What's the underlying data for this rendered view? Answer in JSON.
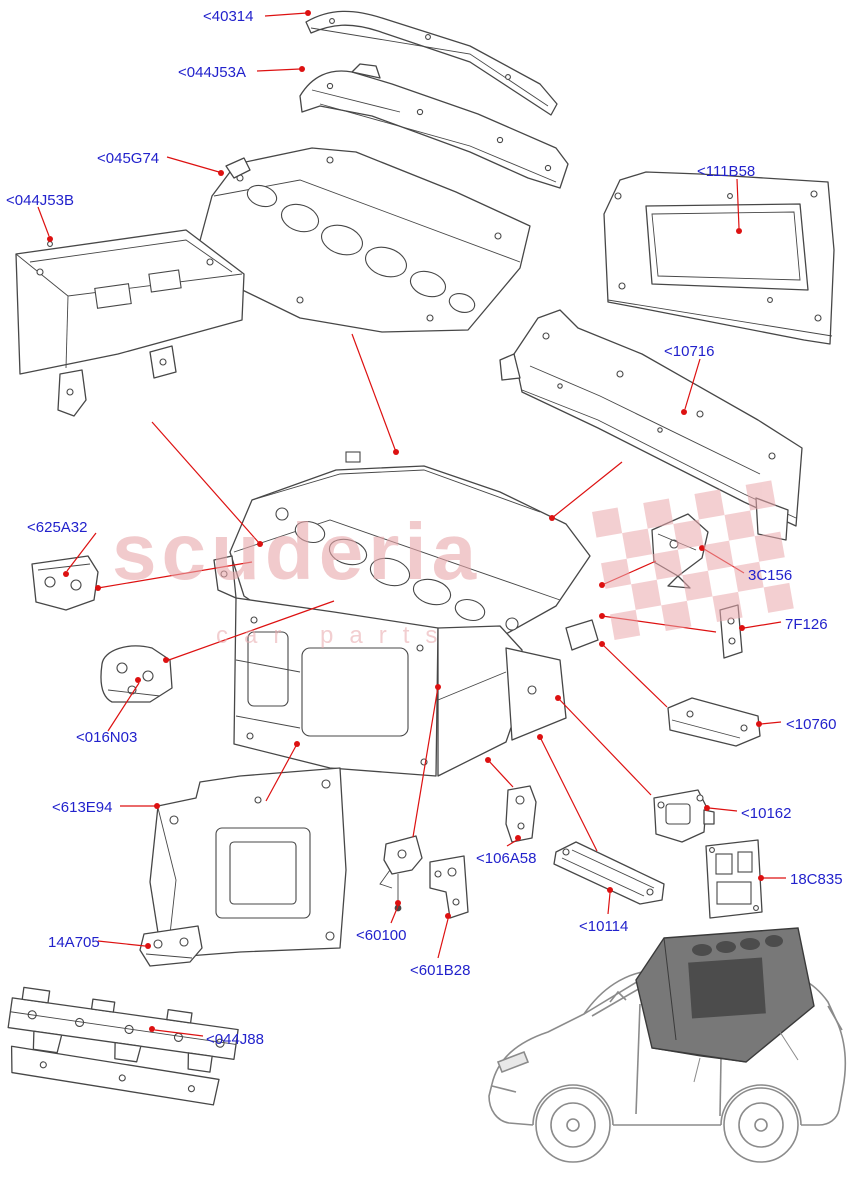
{
  "labels": [
    {
      "part": "40314",
      "text": "<40314"
    },
    {
      "part": "044J53A",
      "text": "<044J53A"
    },
    {
      "part": "045G74",
      "text": "<045G74"
    },
    {
      "part": "111B58",
      "text": "<111B58"
    },
    {
      "part": "044J53B",
      "text": "<044J53B"
    },
    {
      "part": "10716",
      "text": "<10716"
    },
    {
      "part": "625A32",
      "text": "<625A32"
    },
    {
      "part": "3C156",
      "text": "3C156"
    },
    {
      "part": "7F126",
      "text": "7F126"
    },
    {
      "part": "016N03",
      "text": "<016N03"
    },
    {
      "part": "10760",
      "text": "<10760"
    },
    {
      "part": "613E94",
      "text": "<613E94"
    },
    {
      "part": "10162",
      "text": "<10162"
    },
    {
      "part": "106A58",
      "text": "<106A58"
    },
    {
      "part": "18C835",
      "text": "18C835"
    },
    {
      "part": "14A705",
      "text": "14A705"
    },
    {
      "part": "60100",
      "text": "<60100"
    },
    {
      "part": "10114",
      "text": "<10114"
    },
    {
      "part": "601B28",
      "text": "<601B28"
    },
    {
      "part": "044J88",
      "text": "<044J88"
    }
  ],
  "watermark": {
    "brand": "scuderia",
    "tagline": "car parts"
  },
  "colors": {
    "label_text": "#2222cc",
    "leader_line": "#dd1111",
    "line_art": "#474747",
    "watermark_pink": "#e7a6aa"
  }
}
